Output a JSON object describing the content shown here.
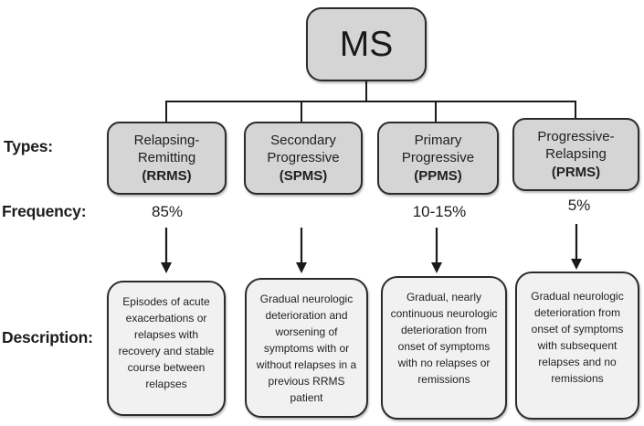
{
  "diagram": {
    "title": "MS",
    "row_labels": {
      "types": "Types:",
      "frequency": "Frequency:",
      "description": "Description:"
    },
    "columns": [
      {
        "id": "rrms",
        "name_line1": "Relapsing-",
        "name_line2": "Remitting",
        "abbr": "(RRMS)",
        "frequency": "85%",
        "description": "Episodes of acute exacerbations or relapses with recovery and stable course between relapses"
      },
      {
        "id": "spms",
        "name_line1": "Secondary",
        "name_line2": "Progressive",
        "abbr": "(SPMS)",
        "frequency": "",
        "description": "Gradual neurologic deterioration and worsening of symptoms with or without relapses in a previous RRMS patient"
      },
      {
        "id": "ppms",
        "name_line1": "Primary",
        "name_line2": "Progressive",
        "abbr": "(PPMS)",
        "frequency": "10-15%",
        "description": "Gradual, nearly continuous neurologic deterioration from onset of symptoms with no relapses or remissions"
      },
      {
        "id": "prms",
        "name_line1": "Progressive-",
        "name_line2": "Relapsing",
        "abbr": "(PRMS)",
        "frequency": "5%",
        "description": "Gradual neurologic deterioration from onset of symptoms with subsequent relapses and no remissions"
      }
    ],
    "colors": {
      "node_fill": "#d5d5d5",
      "description_fill": "#f1f1f1",
      "border": "#2b2b2b",
      "text": "#1f1f1f",
      "background": "#ffffff"
    }
  }
}
